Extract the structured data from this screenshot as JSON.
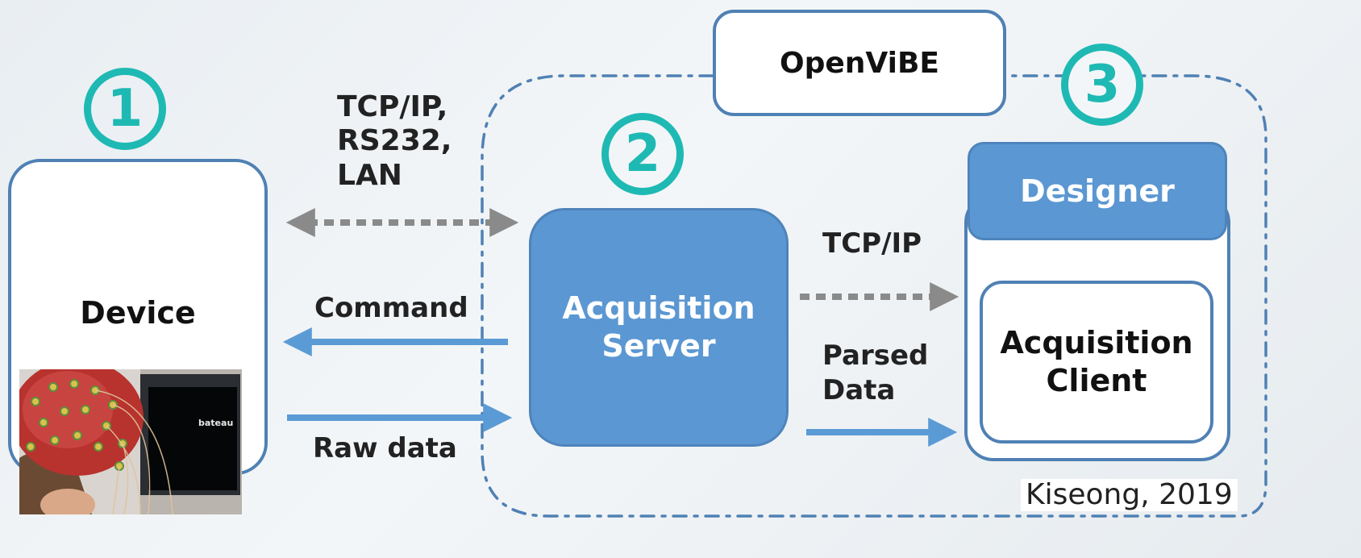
{
  "numbers": {
    "one": "①",
    "two": "②",
    "three": "③"
  },
  "nodes": {
    "device": "Device",
    "openvibe": "OpenViBE",
    "acquisition_server": "Acquisition\nServer",
    "designer": "Designer",
    "acquisition_client": "Acquisition\nClient"
  },
  "edges": {
    "device_link": "TCP/IP,\nRS232,\nLAN",
    "command": "Command",
    "raw_data": "Raw data",
    "server_client_link": "TCP/IP",
    "parsed_data": "Parsed\nData"
  },
  "credit": "Kiseong, 2019",
  "colors": {
    "accent_teal": "#1fb9b4",
    "box_fill": "#5b97d2",
    "box_border": "#4f81b4",
    "arrow_blue": "#5b9bd5",
    "dotted_gray": "#8a8a8a"
  },
  "photo": {
    "screen_word": "bateau"
  }
}
